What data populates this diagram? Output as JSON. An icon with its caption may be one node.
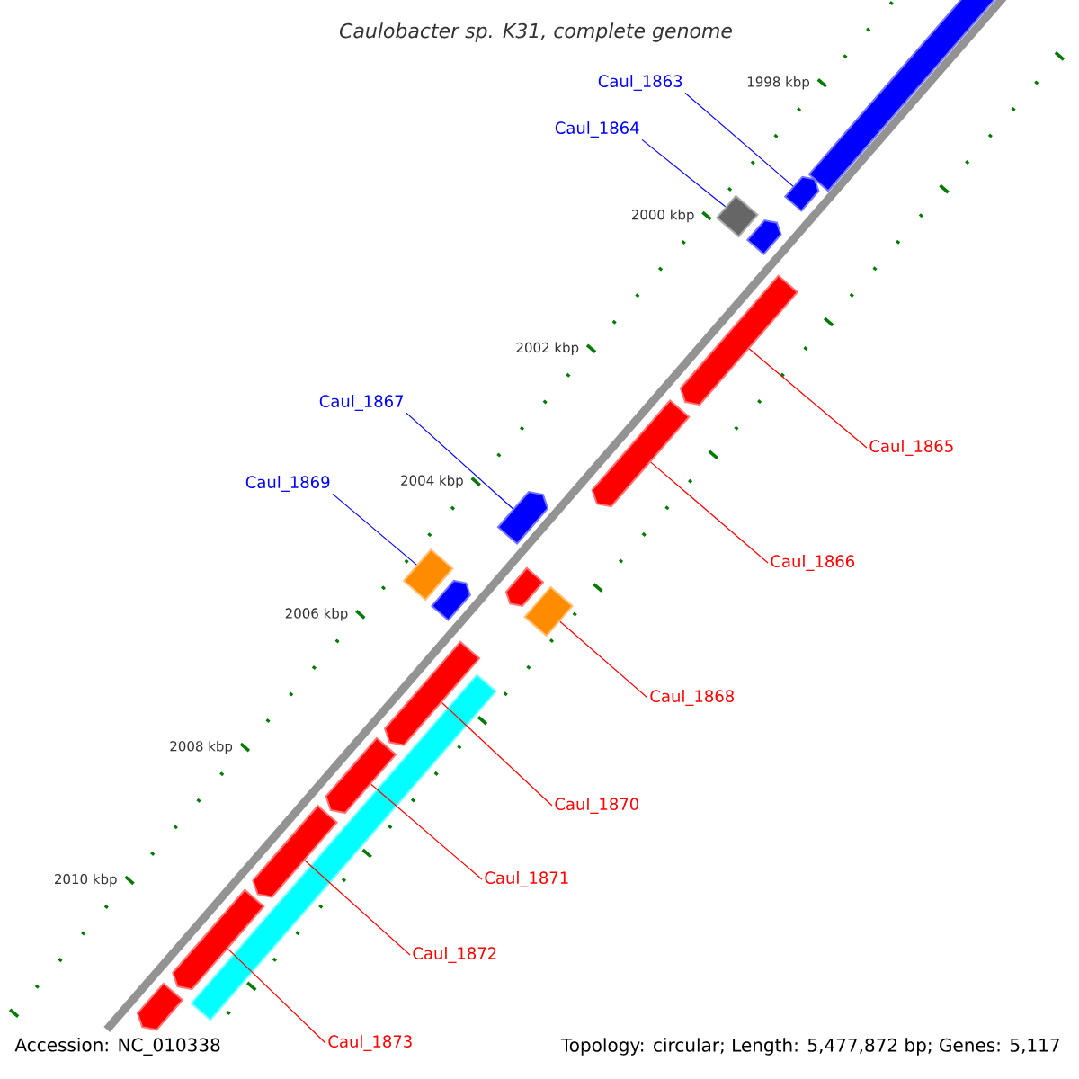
{
  "diagram": {
    "title": "Caulobacter sp. K31, complete genome",
    "nodes": [
      {
        "text": [
          "Caul_1863"
        ]
      },
      {
        "text": [
          "Caul_1864"
        ]
      },
      {
        "text": [
          "Caul_1865"
        ]
      },
      {
        "text": [
          "Caul_1866"
        ]
      },
      {
        "text": [
          "Caul_1867"
        ]
      },
      {
        "text": [
          "Caul_1869"
        ]
      },
      {
        "text": [
          "Caul_1868"
        ]
      },
      {
        "text": [
          "Caul_1870"
        ]
      },
      {
        "text": [
          "Caul_1871"
        ]
      },
      {
        "text": [
          "Caul_1872"
        ]
      },
      {
        "text": [
          "Caul_1873"
        ]
      },
      {
        "text": [],
        "shape": "bar"
      },
      {
        "text": [],
        "shape": "bar"
      },
      {
        "text": [],
        "shape": "bar"
      },
      {
        "text": [],
        "shape": "bar"
      },
      {
        "text": [],
        "shape": "bar"
      },
      {
        "text": [],
        "shape": "bar"
      },
      {
        "text": [],
        "shape": "bar"
      },
      {
        "text": [],
        "shape": "bar"
      },
      {
        "text": [],
        "shape": "bar"
      },
      {
        "text": [],
        "shape": "bar"
      },
      {
        "text": [],
        "shape": "bar"
      },
      {
        "text": [],
        "shape": "bar"
      },
      {
        "text": [],
        "shape": "bar"
      },
      {
        "text": [],
        "shape": "bar"
      },
      {
        "text": [],
        "shape": "bar"
      },
      {
        "text": [],
        "shape": "bar"
      },
      {
        "text": [],
        "shape": "bar"
      }
    ],
    "edges": [
      {
        "from": 0,
        "to": 12,
        "arrow": "none",
        "color": "#0000ff"
      },
      {
        "from": 1,
        "to": 13,
        "arrow": "none",
        "color": "#0000ff"
      },
      {
        "from": 2,
        "to": 15,
        "arrow": "none"
      },
      {
        "from": 3,
        "to": 16,
        "arrow": "none"
      },
      {
        "from": 4,
        "to": 17,
        "arrow": "none",
        "color": "#0000ff"
      },
      {
        "from": 5,
        "to": 18,
        "arrow": "none",
        "color": "#0000ff"
      },
      {
        "from": 6,
        "to": 21,
        "arrow": "none"
      },
      {
        "from": 7,
        "to": 22,
        "arrow": "none"
      },
      {
        "from": 8,
        "to": 23,
        "arrow": "none"
      },
      {
        "from": 9,
        "to": 24,
        "arrow": "none"
      },
      {
        "from": 10,
        "to": 25,
        "arrow": "none"
      }
    ],
    "labels": [
      "1998 kbp",
      "2000 kbp",
      "2002 kbp",
      "2004 kbp",
      "2006 kbp",
      "2008 kbp",
      "2010 kbp",
      "Accession: NC_010338",
      "Topology: circular; Length: 5,477,872 bp; Genes: 5,117"
    ]
  }
}
